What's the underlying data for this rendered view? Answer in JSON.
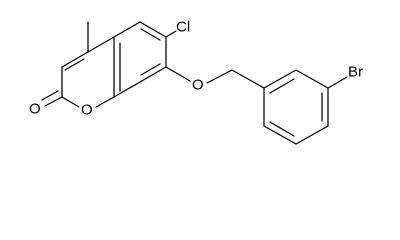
{
  "atoms": {
    "chlorine": "Cl",
    "bromine": "Br",
    "ring_oxygen": "O",
    "carbonyl_oxygen": "O",
    "ether_oxygen": "O"
  },
  "colors": {
    "stroke": "#000000",
    "background": "#ffffff"
  }
}
